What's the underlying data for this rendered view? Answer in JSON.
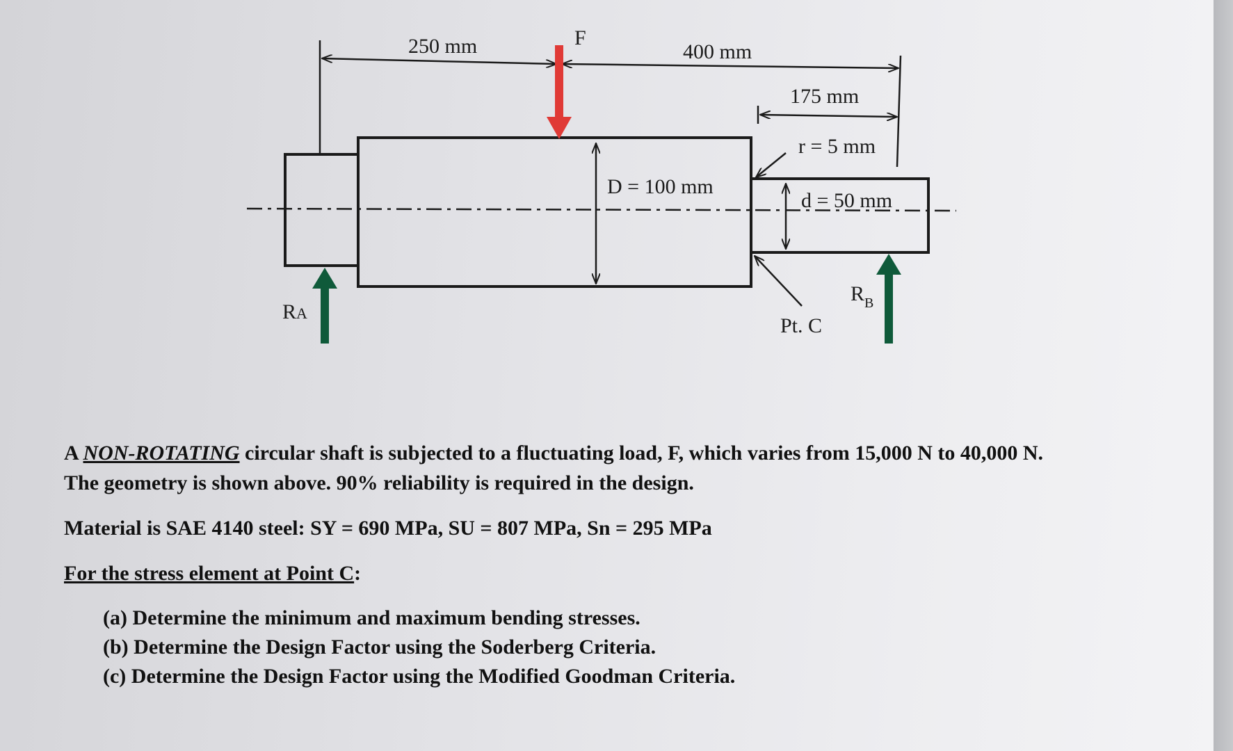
{
  "diagram": {
    "labels": {
      "force": "F",
      "dim_left": "250 mm",
      "dim_right": "400 mm",
      "dim_step": "175 mm",
      "fillet": "r = 5 mm",
      "big_diameter": "D = 100 mm",
      "small_diameter": "d = 50 mm",
      "reaction_a_main": "R",
      "reaction_a_sub": "A",
      "reaction_b_main": "R",
      "reaction_b_sub": "B",
      "point_c": "Pt. C"
    },
    "colors": {
      "force_arrow": "#e03a36",
      "reaction_arrow": "#0f5a3a",
      "line": "#1a1a1a"
    }
  },
  "problem": {
    "intro_prefix": "A ",
    "intro_emph": "NON-ROTATING",
    "intro_rest": " circular shaft is subjected to a fluctuating load, F, which varies from 15,000 N to 40,000 N. The geometry is shown above. 90% reliability is required in the design.",
    "material": "Material is SAE 4140 steel: SY = 690 MPa, SU = 807 MPa, Sn = 295 MPa",
    "focus_heading": "For the stress element at Point C",
    "focus_colon": ":",
    "parts": [
      {
        "label": "(a)",
        "text": "Determine the minimum and maximum bending stresses."
      },
      {
        "label": "(b)",
        "text": "Determine the Design Factor using the Soderberg Criteria."
      },
      {
        "label": "(c)",
        "text": "Determine the Design Factor using the Modified Goodman Criteria."
      }
    ]
  }
}
